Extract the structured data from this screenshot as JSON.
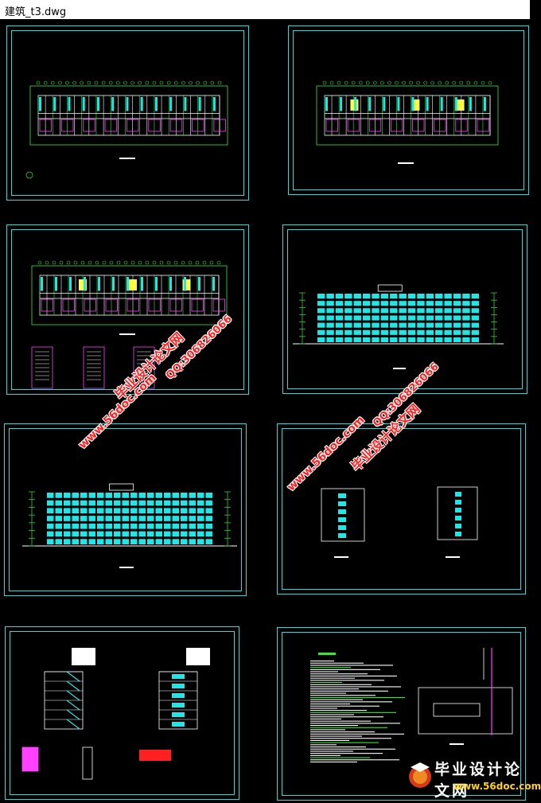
{
  "window": {
    "title": "建筑_t3.dwg"
  },
  "watermarks": [
    {
      "text": "毕业设计论文网",
      "size": 16
    },
    {
      "text": "QQ:306826066",
      "size": 13
    },
    {
      "text": "www.56doc.com",
      "size": 14
    },
    {
      "text": "毕业设计论文网",
      "size": 16
    },
    {
      "text": "QQ:306826066",
      "size": 13
    },
    {
      "text": "www.56doc.com",
      "size": 14
    }
  ],
  "logo": {
    "name": "毕业设计论文网",
    "url": "www.56doc.com"
  },
  "colors": {
    "border": "#2fd8d8",
    "green": "#38e838",
    "cyan": "#22e6e6",
    "magenta": "#ff40ff",
    "yellow": "#ffff40",
    "white": "#ffffff",
    "red": "#ff2020"
  },
  "sheets": [
    {
      "id": "floor-plan-1",
      "type": "plan"
    },
    {
      "id": "floor-plan-2",
      "type": "plan"
    },
    {
      "id": "floor-plan-stairs",
      "type": "plan-stairs"
    },
    {
      "id": "elevation-front",
      "type": "elevation"
    },
    {
      "id": "elevation-back",
      "type": "elevation2"
    },
    {
      "id": "elevation-sides",
      "type": "sides"
    },
    {
      "id": "sections-details",
      "type": "sections"
    },
    {
      "id": "design-notes-site",
      "type": "notes"
    }
  ]
}
